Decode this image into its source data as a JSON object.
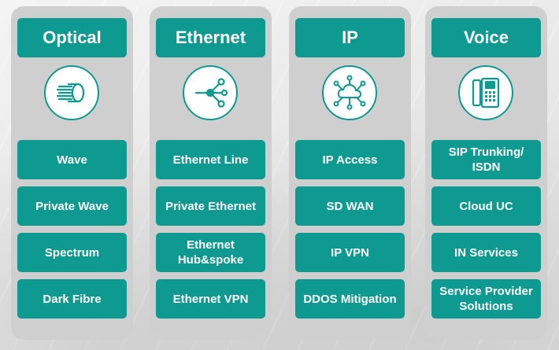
{
  "colors": {
    "teal": "#0e9a91",
    "panel": "#cfcfcf"
  },
  "columns": [
    {
      "title": "Optical",
      "icon": "fibre-optic-icon",
      "items": [
        "Wave",
        "Private Wave",
        "Spectrum",
        "Dark Fibre"
      ]
    },
    {
      "title": "Ethernet",
      "icon": "network-node-icon",
      "items": [
        "Ethernet Line",
        "Private Ethernet",
        "Ethernet Hub&spoke",
        "Ethernet VPN"
      ]
    },
    {
      "title": "IP",
      "icon": "cloud-network-icon",
      "items": [
        "IP Access",
        "SD WAN",
        "IP VPN",
        "DDOS Mitigation"
      ]
    },
    {
      "title": "Voice",
      "icon": "ip-phone-icon",
      "items": [
        "SIP Trunking/ ISDN",
        "Cloud UC",
        "IN Services",
        "Service Provider Solutions"
      ]
    }
  ]
}
